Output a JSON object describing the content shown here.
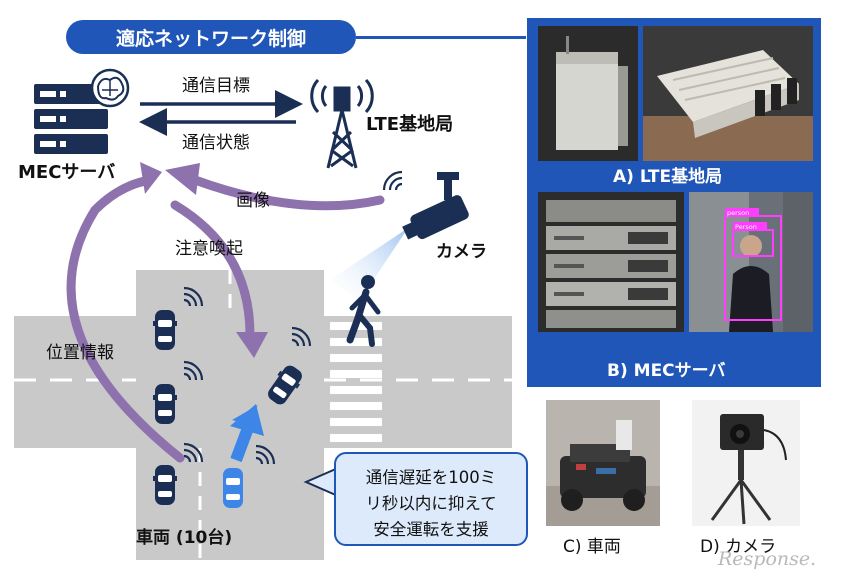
{
  "title": "適応ネットワーク制御",
  "labels": {
    "mec_server": "MECサーバ",
    "lte_station": "LTE基地局",
    "comm_target": "通信目標",
    "comm_state": "通信状態",
    "image": "画像",
    "attention": "注意喚起",
    "camera": "カメラ",
    "position_info": "位置情報",
    "vehicles": "車両 (10台)"
  },
  "callout": {
    "lines": [
      "通信遅延を100ミ",
      "リ秒以内に抑えて",
      "安全運転を支援"
    ]
  },
  "panel": {
    "caption_a": "A) LTE基地局",
    "caption_b": "B) MECサーバ",
    "person_tags": [
      "person",
      "Person"
    ]
  },
  "captions": {
    "c": "C) 車両",
    "d": "D) カメラ"
  },
  "watermark": "Response.",
  "colors": {
    "navy": "#1b2f55",
    "blue": "#1f56b8",
    "purple": "#8e72ad",
    "road": "#c9c9c9",
    "callout_fill": "#ddeafb"
  }
}
